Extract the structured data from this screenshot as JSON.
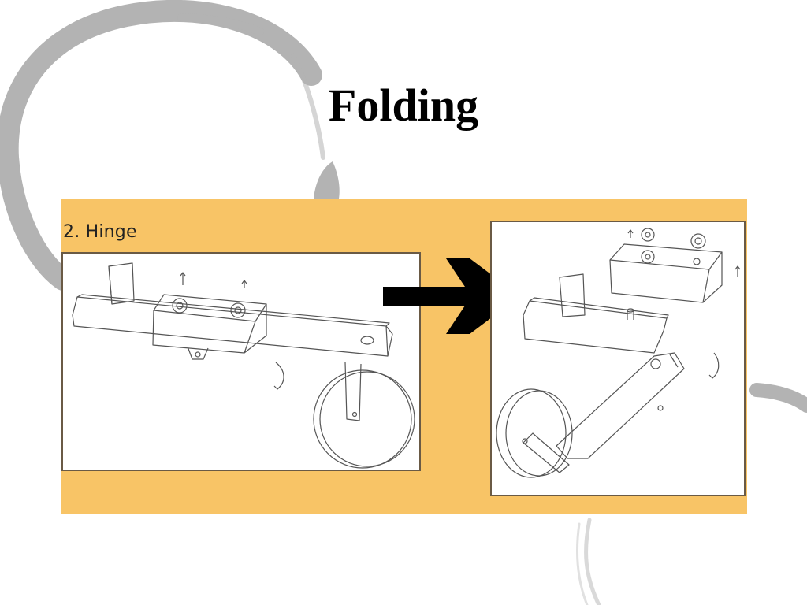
{
  "slide": {
    "title": "Folding"
  },
  "figure": {
    "caption": "2. Hinge",
    "background_color": "#f8c466",
    "panels": [
      {
        "name": "hinge-assembled-sketch",
        "icon": "hinge-assembled-drawing"
      },
      {
        "name": "hinge-folded-sketch",
        "icon": "hinge-folded-drawing"
      }
    ],
    "arrow_icon": "right-arrow-icon"
  },
  "theme": {
    "decor_swirl_color": "#b3b3b3"
  }
}
